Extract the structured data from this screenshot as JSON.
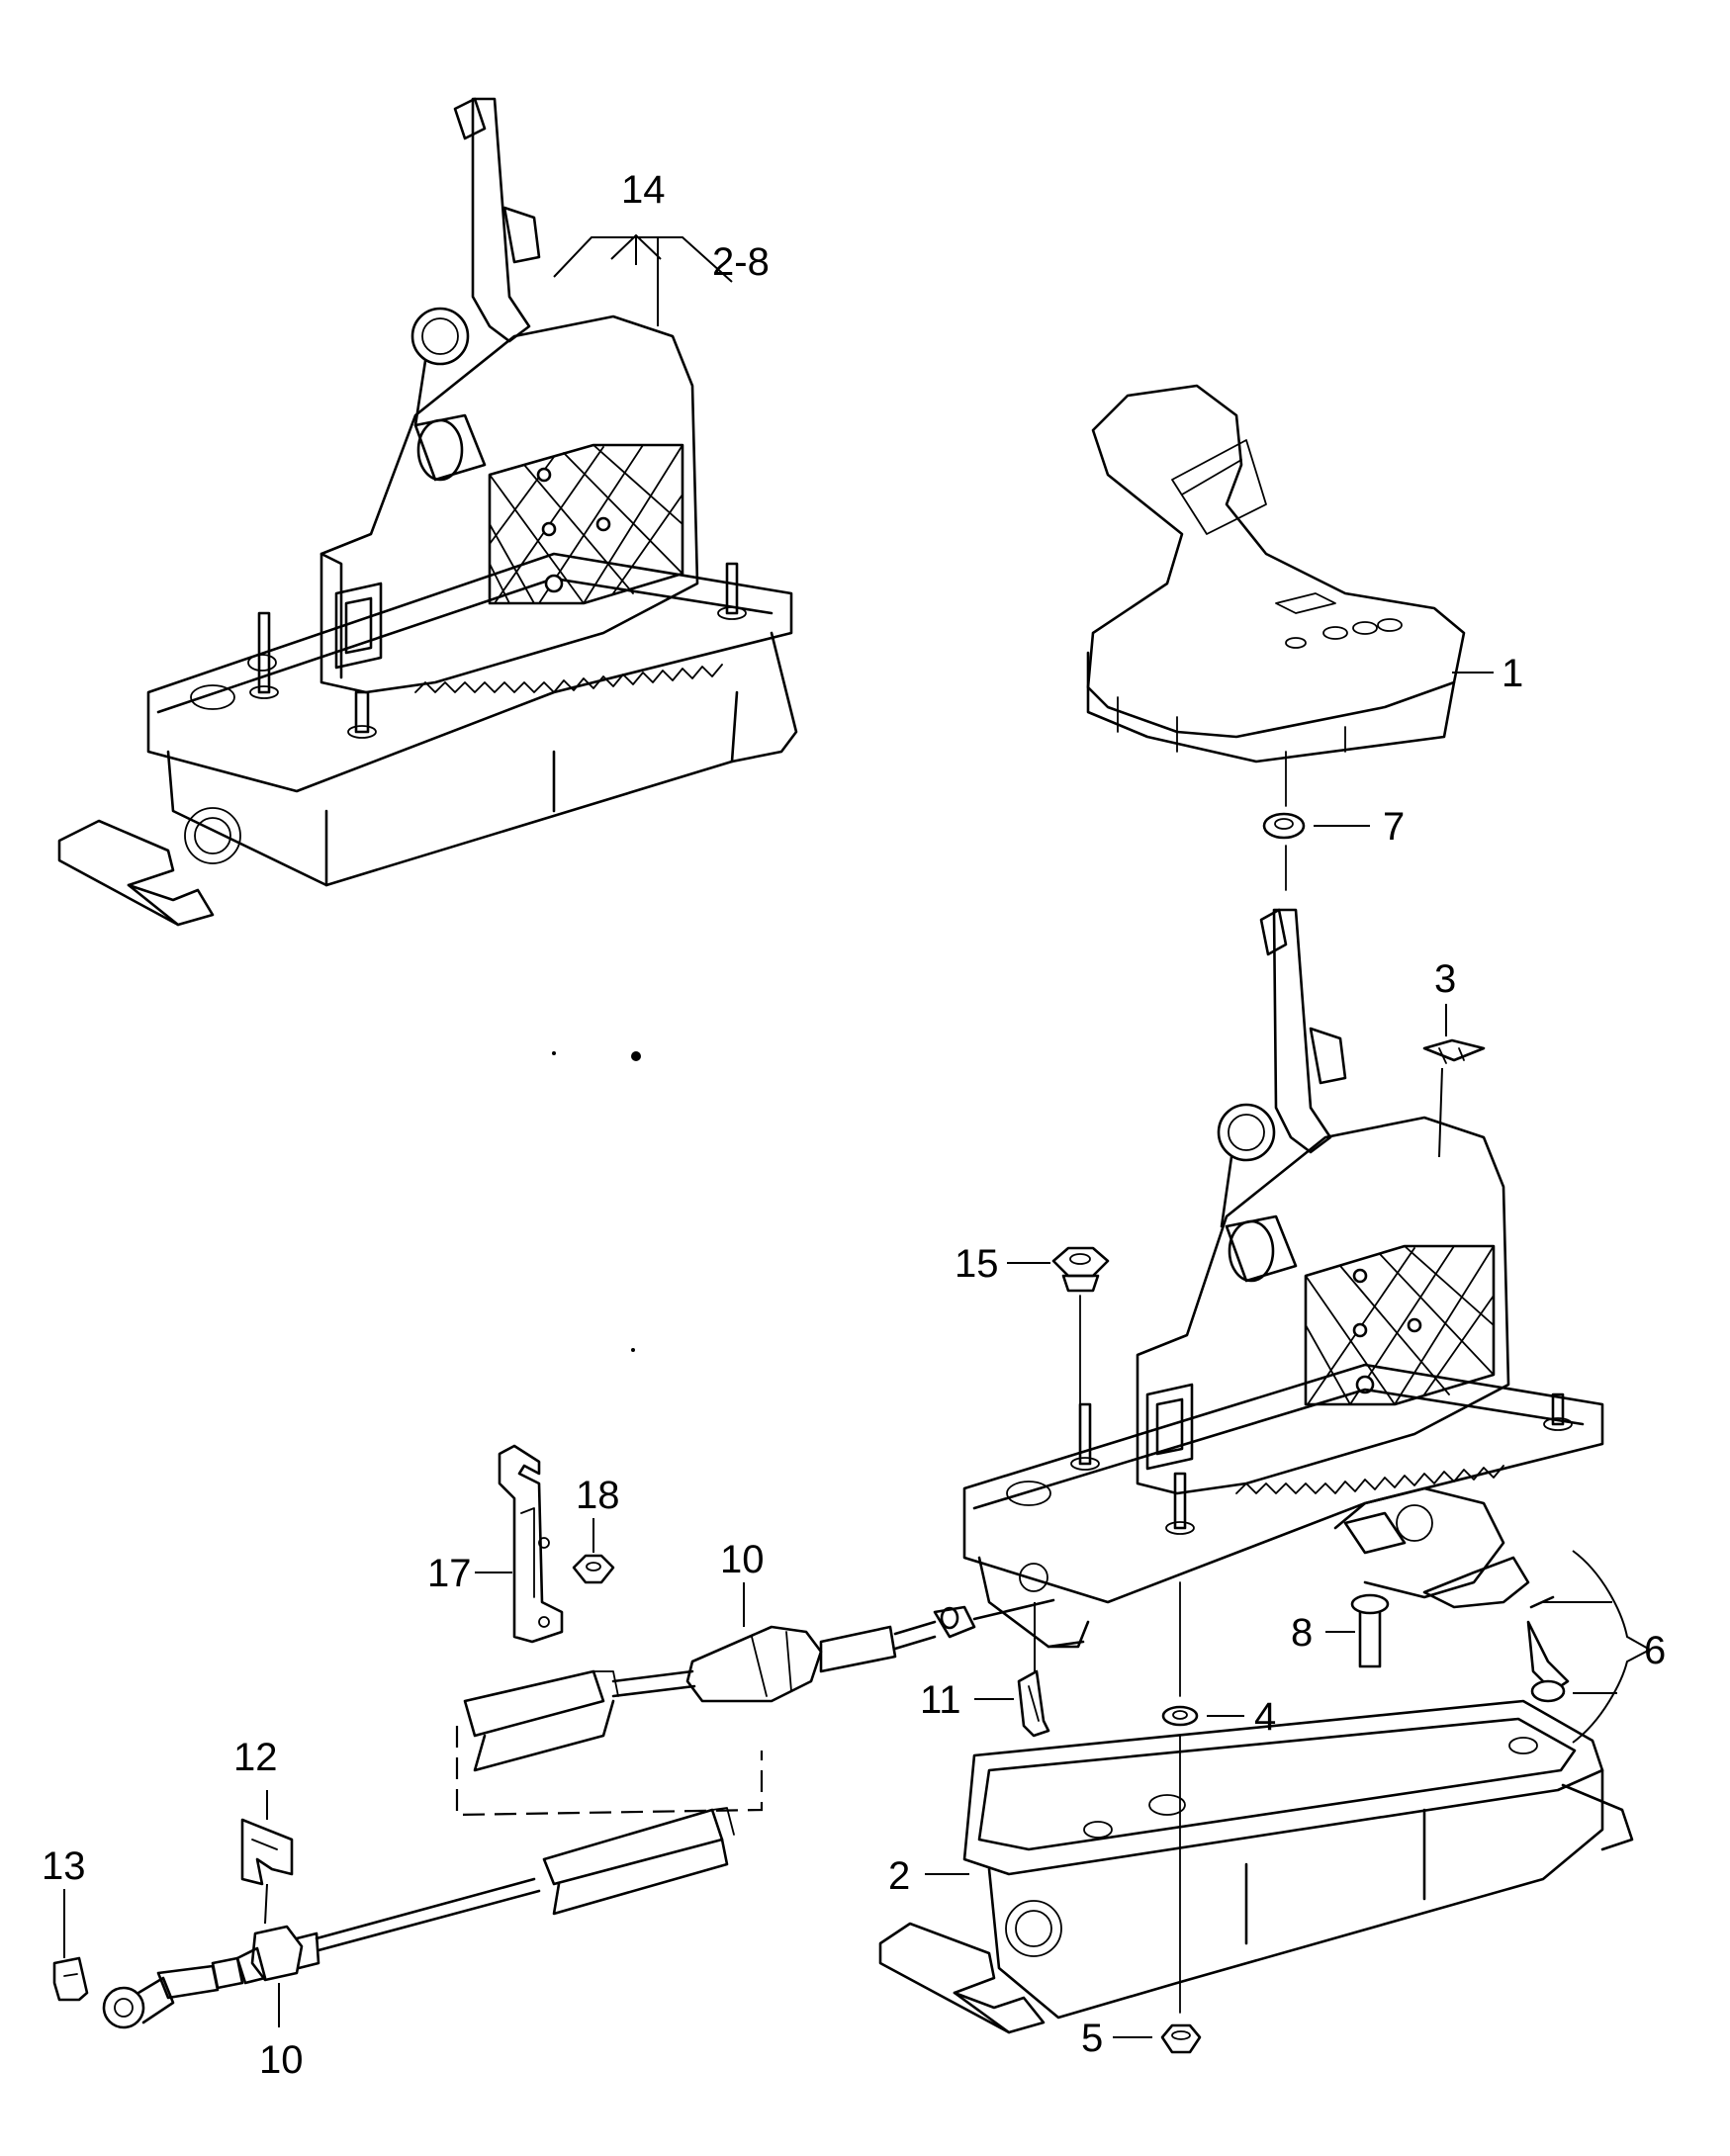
{
  "callouts": {
    "c1": "1",
    "c2": "2",
    "c3": "3",
    "c4": "4",
    "c5": "5",
    "c6": "6",
    "c7": "7",
    "c8": "8",
    "c10a": "10",
    "c10b": "10",
    "c11": "11",
    "c12": "12",
    "c13": "13",
    "c14": "14",
    "c14_range": "2-8",
    "c15": "15",
    "c17": "17",
    "c18": "18"
  }
}
